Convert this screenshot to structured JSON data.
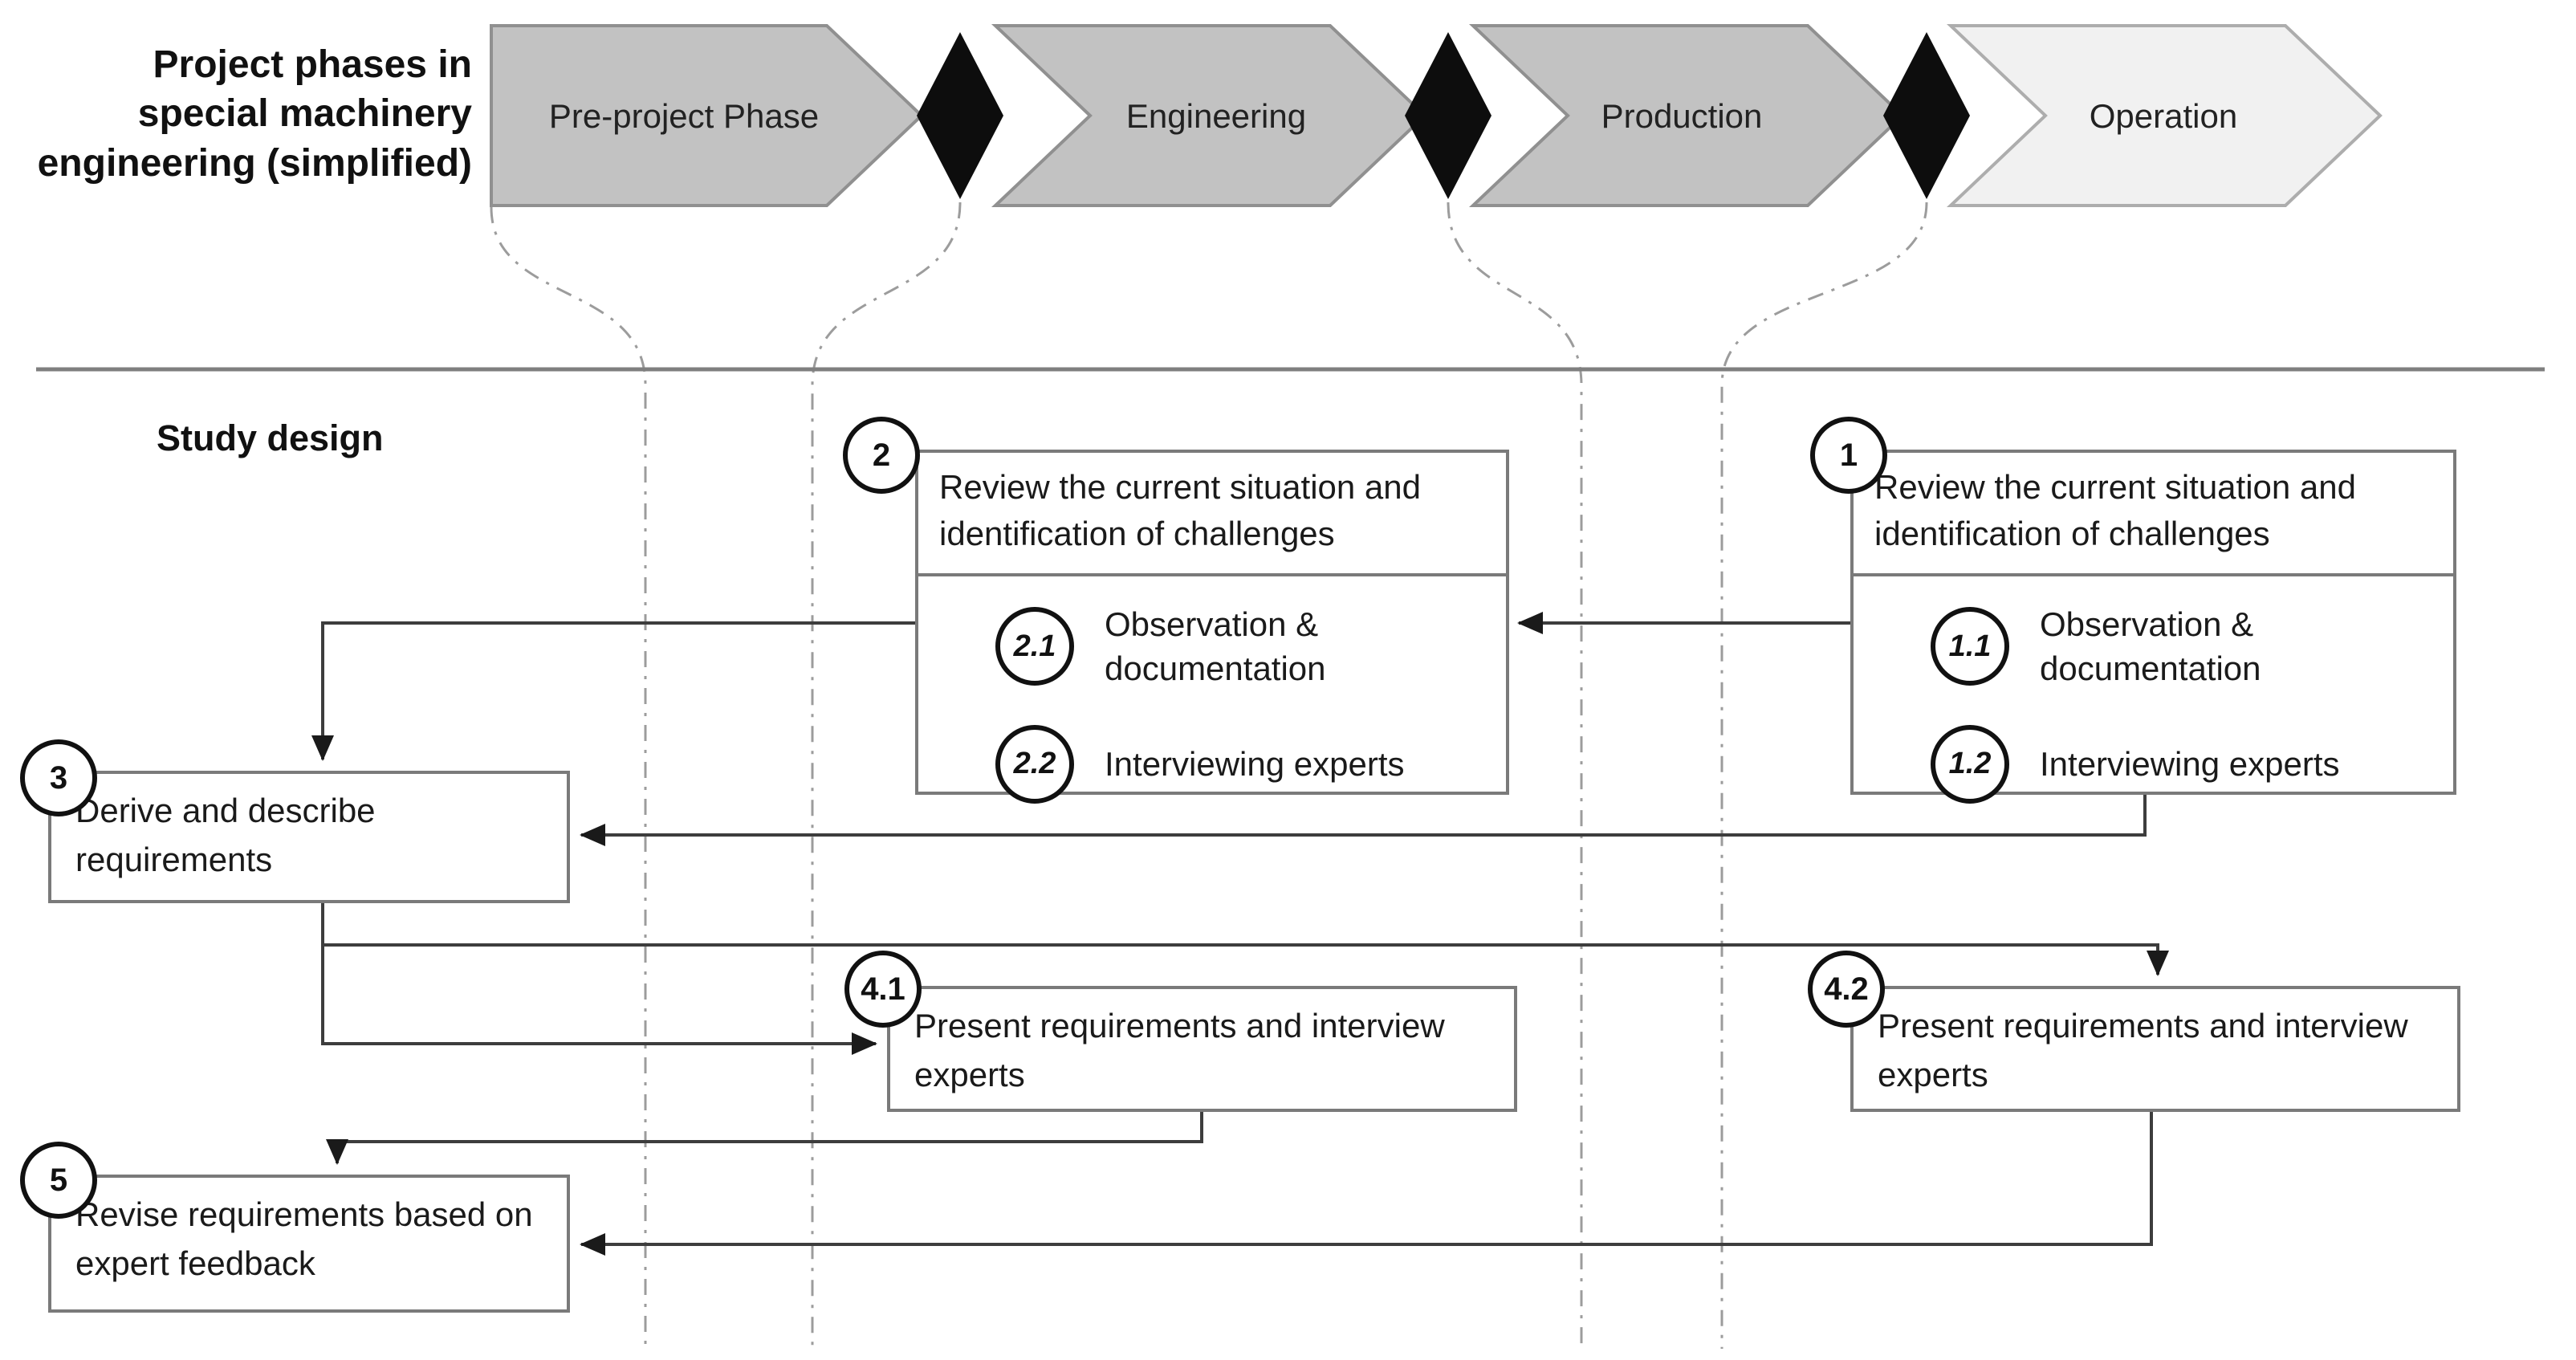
{
  "figure": {
    "title": "Project phases in special machinery engineering (simplified)",
    "section_label": "Study design"
  },
  "phases": [
    {
      "label": "Pre-project Phase"
    },
    {
      "label": "Engineering"
    },
    {
      "label": "Production"
    },
    {
      "label": "Operation"
    }
  ],
  "colors": {
    "phase_fill": "#c2c2c2",
    "phase_fill_light": "#f1f1f1",
    "phase_border": "#909090",
    "milestone_diamond": "#0d0d0d",
    "box_border": "#7a7a7a",
    "connector": "#3d3d3d",
    "guide_line": "#9c9c9c"
  },
  "steps": {
    "review_left": {
      "number": "2",
      "title": "Review the current situation and identification of challenges",
      "items": [
        {
          "number": "2.1",
          "label": "Observation & documentation"
        },
        {
          "number": "2.2",
          "label": "Interviewing experts"
        }
      ]
    },
    "review_right": {
      "number": "1",
      "title": "Review the current situation and identification of challenges",
      "items": [
        {
          "number": "1.1",
          "label": "Observation & documentation"
        },
        {
          "number": "1.2",
          "label": "Interviewing experts"
        }
      ]
    },
    "derive": {
      "number": "3",
      "title": "Derive and describe requirements"
    },
    "present_left": {
      "number": "4.1",
      "title": "Present requirements and interview experts"
    },
    "present_right": {
      "number": "4.2",
      "title": "Present requirements and interview experts"
    },
    "revise": {
      "number": "5",
      "title": "Revise requirements based on expert feedback"
    }
  }
}
